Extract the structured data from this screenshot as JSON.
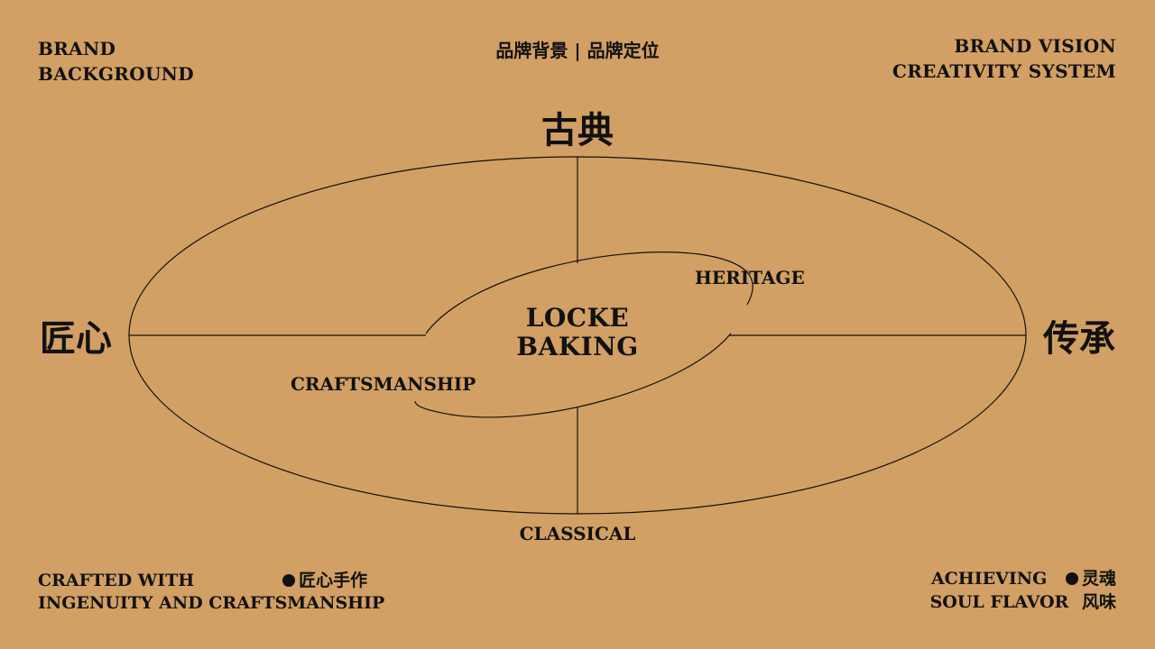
{
  "header": {
    "left_line1": "BRAND",
    "left_line2": "BACKGROUND",
    "center": "品牌背景 | 品牌定位",
    "right_line1": "BRAND VISION",
    "right_line2": "CREATIVITY SYSTEM"
  },
  "diagram": {
    "top_label": "古典",
    "left_label": "匠心",
    "right_label": "传承",
    "bottom_label": "CLASSICAL",
    "center_line1": "LOCKE",
    "center_line2": "BAKING",
    "inner_upper_label": "HERITAGE",
    "inner_lower_label": "CRAFTSMANSHIP"
  },
  "footer": {
    "left_line1": "CRAFTED WITH",
    "left_cn": "匠心手作",
    "left_line2": "INGENUITY AND CRAFTSMANSHIP",
    "right_line1": "ACHIEVING",
    "right_cn1": "灵魂",
    "right_line2": "SOUL FLAVOR",
    "right_cn2": "风味"
  },
  "colors": {
    "background": "#d29f64",
    "ink": "#111111"
  }
}
